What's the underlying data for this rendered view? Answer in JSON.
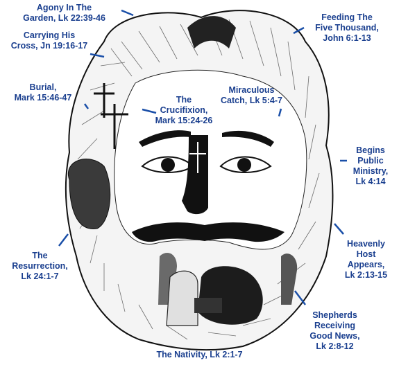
{
  "labels": {
    "agony": [
      "Agony In The",
      "Garden, Lk 22:39-46"
    ],
    "carrying": [
      "Carrying His",
      "Cross, Jn 19:16-17"
    ],
    "burial": [
      "Burial,",
      "Mark 15:46-47"
    ],
    "crucifixion": [
      "The",
      "Crucifixion,",
      "Mark 15:24-26"
    ],
    "catch": [
      "Miraculous",
      "Catch, Lk 5:4-7"
    ],
    "feeding": [
      "Feeding The",
      "Five Thousand,",
      "John 6:1-13"
    ],
    "ministry": [
      "Begins",
      "Public",
      "Ministry,",
      "Lk 4:14"
    ],
    "resurrection": [
      "The",
      "Resurrection,",
      "Lk 24:1-7"
    ],
    "host": [
      "Heavenly",
      "Host",
      "Appears,",
      "Lk 2:13-15"
    ],
    "shepherds": [
      "Shepherds",
      "Receiving",
      "Good News,",
      "Lk 2:8-12"
    ],
    "nativity": [
      "The Nativity, Lk 2:1-7"
    ]
  },
  "colors": {
    "label": "#1a3f8f",
    "leader": "#1a4fa8",
    "ink": "#111111"
  }
}
